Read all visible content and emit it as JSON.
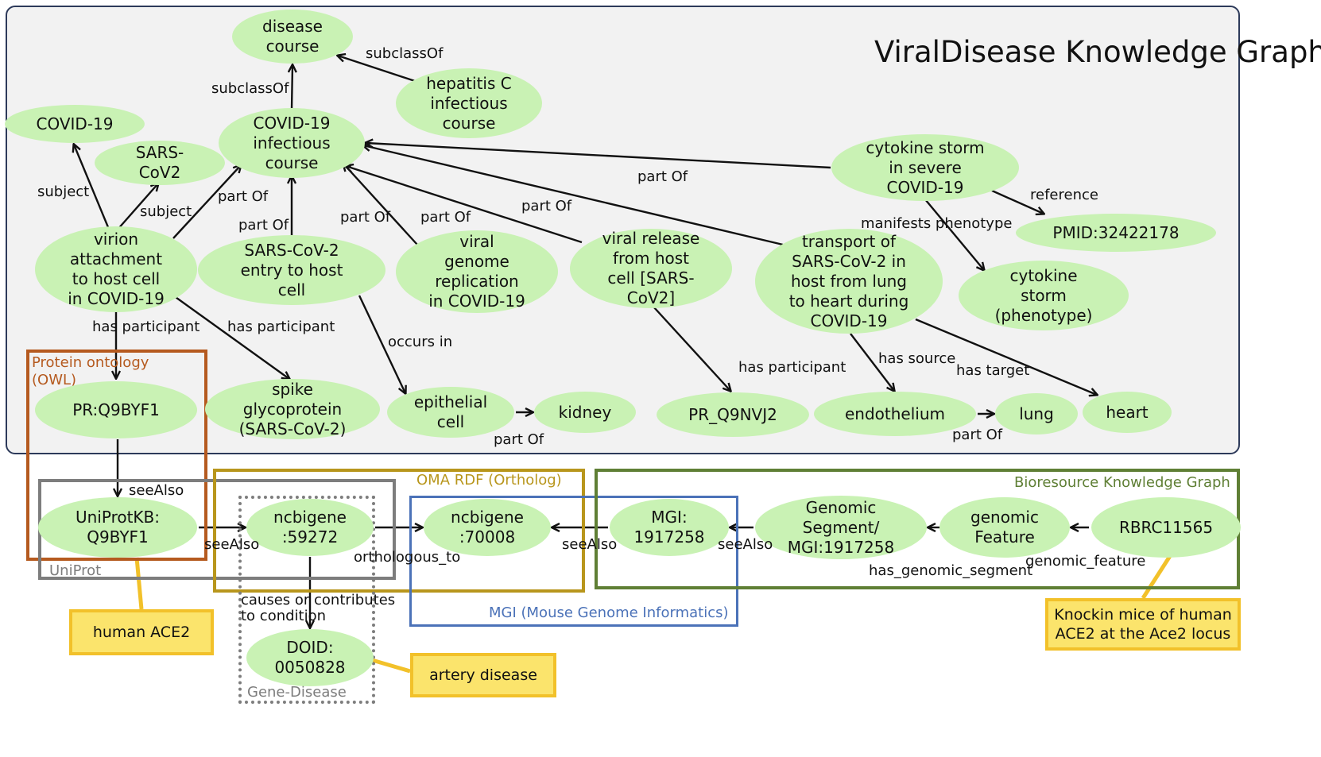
{
  "title": "ViralDisease Knowledge Graph",
  "boxes": [
    {
      "id": "protein-ontology",
      "title": "Protein ontology\n(OWL)",
      "color": "#b55a1f",
      "style": "solid"
    },
    {
      "id": "uniprot",
      "title": "UniProt",
      "color": "#7d7d7d",
      "style": "solid"
    },
    {
      "id": "oma",
      "title": "OMA RDF (Ortholog)",
      "color": "#b8961c",
      "style": "solid"
    },
    {
      "id": "mgi",
      "title": "MGI (Mouse Genome Informatics)",
      "color": "#4b72b8",
      "style": "solid"
    },
    {
      "id": "bioresource",
      "title": "Bioresource Knowledge Graph",
      "color": "#5f7f35",
      "style": "solid"
    },
    {
      "id": "gene-disease",
      "title": "Gene-Disease",
      "color": "#7d7d7d",
      "style": "dotted"
    }
  ],
  "nodes": [
    {
      "id": "disease-course",
      "text": "disease\ncourse"
    },
    {
      "id": "hepatitis-c",
      "text": "hepatitis C\ninfectious\ncourse"
    },
    {
      "id": "covid19",
      "text": "COVID-19"
    },
    {
      "id": "sars-cov2",
      "text": "SARS-\nCoV2"
    },
    {
      "id": "covid19-course",
      "text": "COVID-19\ninfectious\ncourse"
    },
    {
      "id": "cytokine-storm-severe",
      "text": "cytokine storm\nin severe\nCOVID-19"
    },
    {
      "id": "pmid",
      "text": "PMID:32422178"
    },
    {
      "id": "cytokine-storm-pheno",
      "text": "cytokine\nstorm\n(phenotype)"
    },
    {
      "id": "virion-attachment",
      "text": "virion\nattachment\nto host cell\nin COVID-19"
    },
    {
      "id": "entry-host-cell",
      "text": "SARS-CoV-2\nentry to host\ncell"
    },
    {
      "id": "genome-replication",
      "text": "viral\ngenome\nreplication\nin COVID-19"
    },
    {
      "id": "viral-release",
      "text": "viral release\nfrom host\ncell [SARS-\nCoV2]"
    },
    {
      "id": "transport",
      "text": "transport of\nSARS-CoV-2 in\nhost from lung\nto heart during\nCOVID-19"
    },
    {
      "id": "pr-q9byf1",
      "text": "PR:Q9BYF1"
    },
    {
      "id": "spike",
      "text": "spike\nglycoprotein\n(SARS-CoV-2)"
    },
    {
      "id": "epithelial-cell",
      "text": "epithelial\ncell"
    },
    {
      "id": "kidney",
      "text": "kidney"
    },
    {
      "id": "pr-q9nvj2",
      "text": "PR_Q9NVJ2"
    },
    {
      "id": "endothelium",
      "text": "endothelium"
    },
    {
      "id": "lung",
      "text": "lung"
    },
    {
      "id": "heart",
      "text": "heart"
    },
    {
      "id": "uniprotkb",
      "text": "UniProtKB:\nQ9BYF1"
    },
    {
      "id": "ncbigene-59272",
      "text": "ncbigene\n:59272"
    },
    {
      "id": "ncbigene-70008",
      "text": "ncbigene\n:70008"
    },
    {
      "id": "mgi-1917258",
      "text": "MGI:\n1917258"
    },
    {
      "id": "genomic-segment",
      "text": "Genomic\nSegment/\nMGI:1917258"
    },
    {
      "id": "genomic-feature",
      "text": "genomic\nFeature"
    },
    {
      "id": "rbrc11565",
      "text": "RBRC11565"
    },
    {
      "id": "doid",
      "text": "DOID:\n0050828"
    }
  ],
  "edges": [
    {
      "id": "e-hep-disease",
      "label": "subclassOf"
    },
    {
      "id": "e-course-disease",
      "label": "subclassOf"
    },
    {
      "id": "e-virion-covid",
      "label": "subject"
    },
    {
      "id": "e-virion-sars",
      "label": "subject"
    },
    {
      "id": "e-virion-course",
      "label": "part Of"
    },
    {
      "id": "e-entry-course",
      "label": "part Of"
    },
    {
      "id": "e-replication-course",
      "label": "part Of"
    },
    {
      "id": "e-release-course",
      "label": "part Of"
    },
    {
      "id": "e-transport-course",
      "label": "part Of"
    },
    {
      "id": "e-cytokine-course",
      "label": "part Of"
    },
    {
      "id": "e-cytokine-pmid",
      "label": "reference"
    },
    {
      "id": "e-cytokine-pheno",
      "label": "manifests phenotype"
    },
    {
      "id": "e-virion-pr",
      "label": "has participant"
    },
    {
      "id": "e-virion-spike",
      "label": "has participant"
    },
    {
      "id": "e-entry-epithelial",
      "label": "occurs in"
    },
    {
      "id": "e-epithelial-kidney",
      "label": "part Of"
    },
    {
      "id": "e-release-pr",
      "label": "has participant"
    },
    {
      "id": "e-transport-endothelium",
      "label": "has source"
    },
    {
      "id": "e-transport-heart",
      "label": "has target"
    },
    {
      "id": "e-endothelium-lung",
      "label": "part Of"
    },
    {
      "id": "e-pr-uniprot",
      "label": "seeAlso"
    },
    {
      "id": "e-uniprot-ncbi",
      "label": "seeAlso"
    },
    {
      "id": "e-ncbi-ncbi",
      "label": "orthologous_to"
    },
    {
      "id": "e-mgi-ncbi",
      "label": "seeAlso"
    },
    {
      "id": "e-segment-mgi",
      "label": "seeAlso"
    },
    {
      "id": "e-feature-segment",
      "label": "has_genomic_segment"
    },
    {
      "id": "e-rbrc-feature",
      "label": "genomic_feature"
    },
    {
      "id": "e-ncbi-doid",
      "label": "causes or contributes\nto condition"
    }
  ],
  "notes": [
    {
      "id": "human-ace2",
      "text": "human ACE2"
    },
    {
      "id": "artery-disease",
      "text": "artery disease"
    },
    {
      "id": "knockin-mice",
      "text": "Knockin mice of human\nACE2 at the Ace2 locus"
    }
  ],
  "colors": {
    "node_fill": "#c9f2b4",
    "panel_fill": "#f2f2f2",
    "panel_border": "#2d3a5a",
    "note_fill": "#fbe46c",
    "note_border": "#f2c12a",
    "callout_line": "#f2c12a",
    "arrow": "#111111"
  }
}
